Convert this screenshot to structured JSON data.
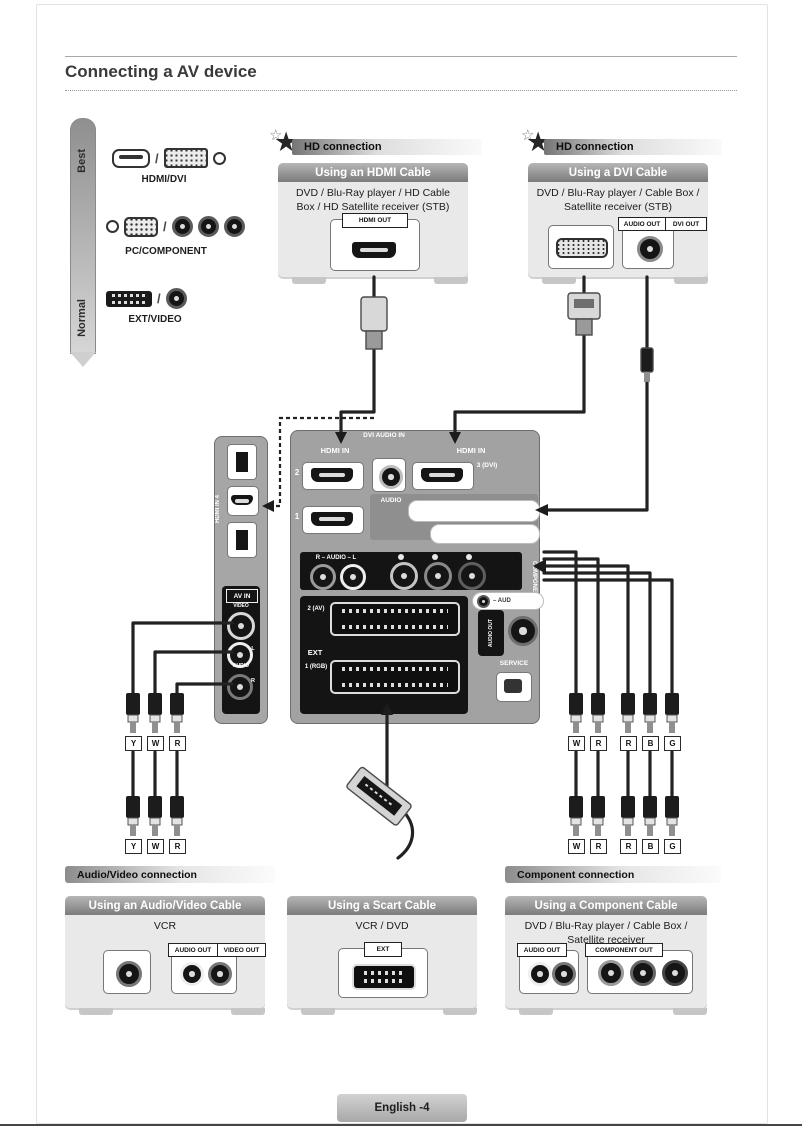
{
  "page": {
    "title": "Connecting a AV device",
    "footer": "English -4"
  },
  "quality": {
    "best": "Best",
    "normal": "Normal"
  },
  "legend": {
    "separator": "/",
    "items": [
      {
        "label": "HDMI/DVI"
      },
      {
        "label": "PC/COMPONENT"
      },
      {
        "label": "EXT/VIDEO"
      }
    ]
  },
  "hd_banner": "HD connection",
  "connection_banners": {
    "av": "Audio/Video connection",
    "component": "Component connection"
  },
  "boxes": {
    "hdmi": {
      "title": "Using an HDMI Cable",
      "devices": "DVD / Blu-Ray player / HD Cable Box / HD Satellite receiver (STB)",
      "port": "HDMI OUT"
    },
    "dvi": {
      "title": "Using a DVI Cable",
      "devices": "DVD / Blu-Ray player / Cable Box / Satellite receiver (STB)",
      "audio_port": "AUDIO OUT",
      "dvi_port": "DVI OUT"
    },
    "av": {
      "title": "Using an Audio/Video Cable",
      "devices": "VCR",
      "audio_port": "AUDIO OUT",
      "video_port": "VIDEO OUT"
    },
    "scart": {
      "title": "Using a Scart Cable",
      "devices": "VCR / DVD",
      "port": "EXT"
    },
    "component": {
      "title": "Using a Component Cable",
      "devices": "DVD / Blu-Ray player / Cable Box / Satellite receiver",
      "audio_port": "AUDIO OUT",
      "component_port": "COMPONENT OUT"
    }
  },
  "tv_panel": {
    "side": {
      "hdmi4": "HDMI IN 4",
      "av_in": "AV IN",
      "video": "VIDEO",
      "audio": "AUDIO",
      "left": "L",
      "right": "R"
    },
    "main": {
      "hdmi_in_left": "HDMI IN",
      "port_2": "2",
      "port_1": "1",
      "dvi_audio_in": "DVI AUDIO IN",
      "hdmi_in_right": "HDMI IN",
      "port_3": "3 (DVI)",
      "audio": "AUDIO",
      "audio_row": "R – AUDIO – L",
      "component_in": "COMPONENT IN",
      "ext": "EXT",
      "ext_2": "2 (AV)",
      "ext_1": "1 (RGB)",
      "aud_partial": "– AUD",
      "audio_out": "AUDIO OUT",
      "service": "SERVICE"
    }
  },
  "plugs": {
    "av_mid": [
      "Y",
      "W",
      "R"
    ],
    "av_bottom": [
      "Y",
      "W",
      "R"
    ],
    "comp_mid": [
      "W",
      "R",
      "R",
      "B",
      "G"
    ],
    "comp_bottom": [
      "W",
      "R",
      "R",
      "B",
      "G"
    ]
  }
}
